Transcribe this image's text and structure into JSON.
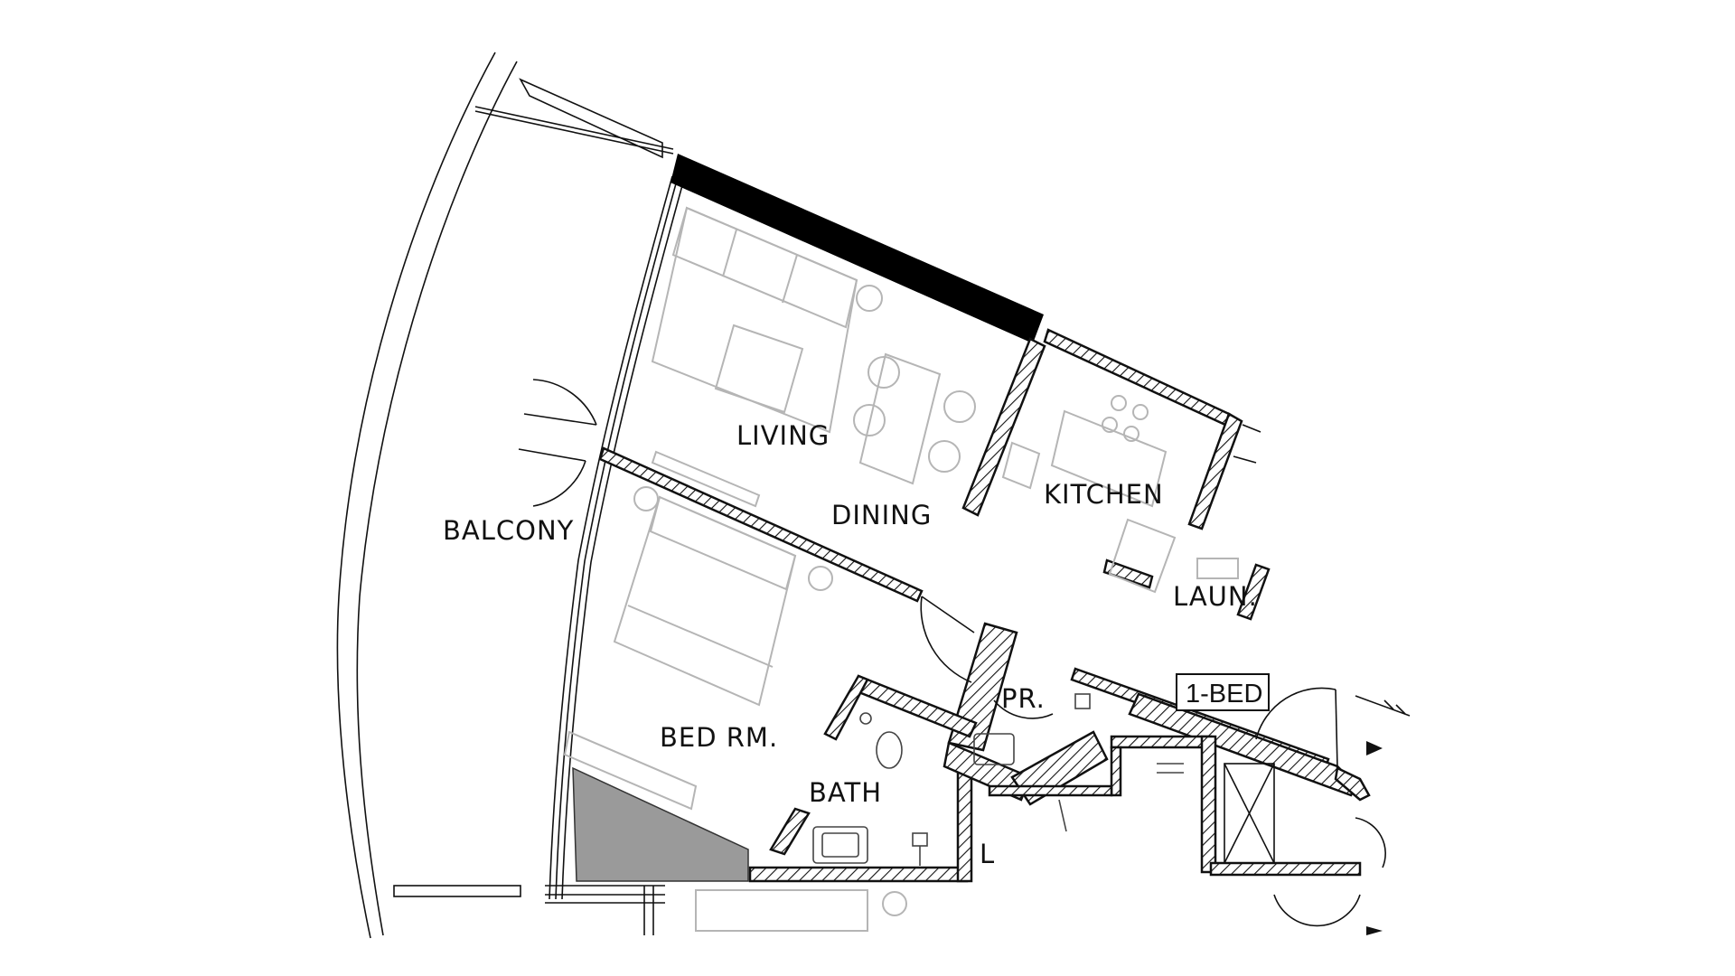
{
  "plan": {
    "unit_tag": "1-BED",
    "rooms": {
      "living": "LIVING",
      "dining": "DINING",
      "kitchen": "KITCHEN",
      "balcony": "BALCONY",
      "laundry": "LAUN.",
      "bedroom": "BED RM.",
      "powder_room": "PR.",
      "bath": "BATH",
      "misc": "L"
    },
    "colors": {
      "line": "#111111",
      "furniture": "#b5b5b5",
      "solid_wall": "#000000",
      "shaded_area": "#9a9a9a"
    }
  }
}
